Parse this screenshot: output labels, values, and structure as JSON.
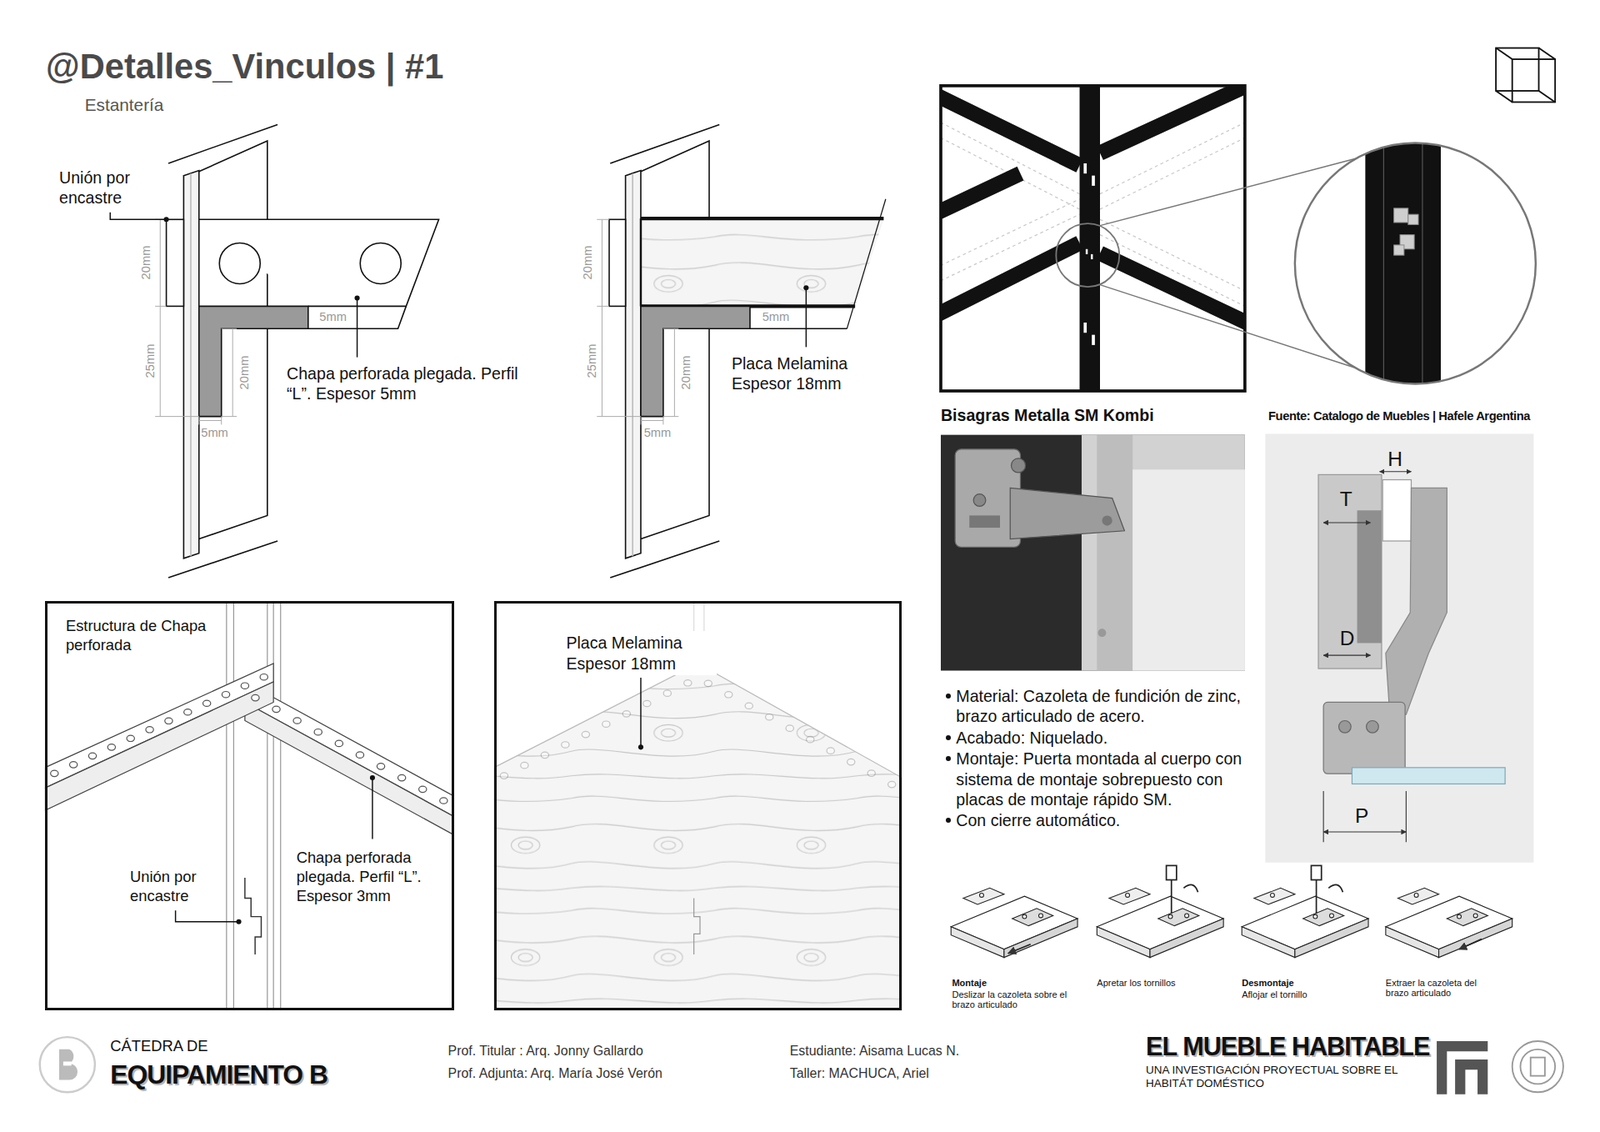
{
  "diagram": {
    "title": "@Detalles_Vinculos | #1",
    "nodes": [
      {
        "text": [
          "Estructura de Chapa perforada",
          "Chapa perforada plegada. Perfil “L”. Espesor 3mm",
          "Unión por encastre"
        ]
      },
      {
        "text": [
          "Placa Melamina Espesor 18mm"
        ]
      },
      {
        "text": [
          "H",
          "T",
          "D",
          "P"
        ]
      }
    ],
    "labels": [
      "Estantería",
      "Unión por encastre",
      "20mm",
      "25mm",
      "5mm",
      "20mm",
      "5mm",
      "Chapa perforada plegada. Perfil “L”. Espesor 5mm",
      "20mm",
      "25mm",
      "20mm",
      "5mm",
      "5mm",
      "Placa Melamina Espesor 18mm",
      "Bisagras Metalla SM Kombi",
      "Fuente: Catalogo de Muebles | Hafele Argentina",
      "Material: Cazoleta de fundición de zinc, brazo articulado de acero.",
      "Acabado: Niquelado.",
      "Montaje: Puerta montada al cuerpo con sistema de montaje sobrepuesto con placas de montaje rápido SM.",
      "Con cierre automático.",
      "Montaje",
      "Deslizar la cazoleta sobre el brazo articulado",
      "Apretar los tornillos",
      "Desmontaje",
      "Aflojar el tornillo",
      "Extraer la cazoleta del brazo articulado",
      "CÁTEDRA DE",
      "EQUIPAMIENTO B",
      "Prof. Titular : Arq. Jonny Gallardo",
      "Prof. Adjunta: Arq. María José Verón",
      "Estudiante: Aisama Lucas N.",
      "Taller: MACHUCA, Ariel",
      "EL MUEBLE HABITABLE",
      "UNA INVESTIGACIÓN PROYECTUAL SOBRE EL HABITÁT DOMÉSTICO"
    ]
  }
}
